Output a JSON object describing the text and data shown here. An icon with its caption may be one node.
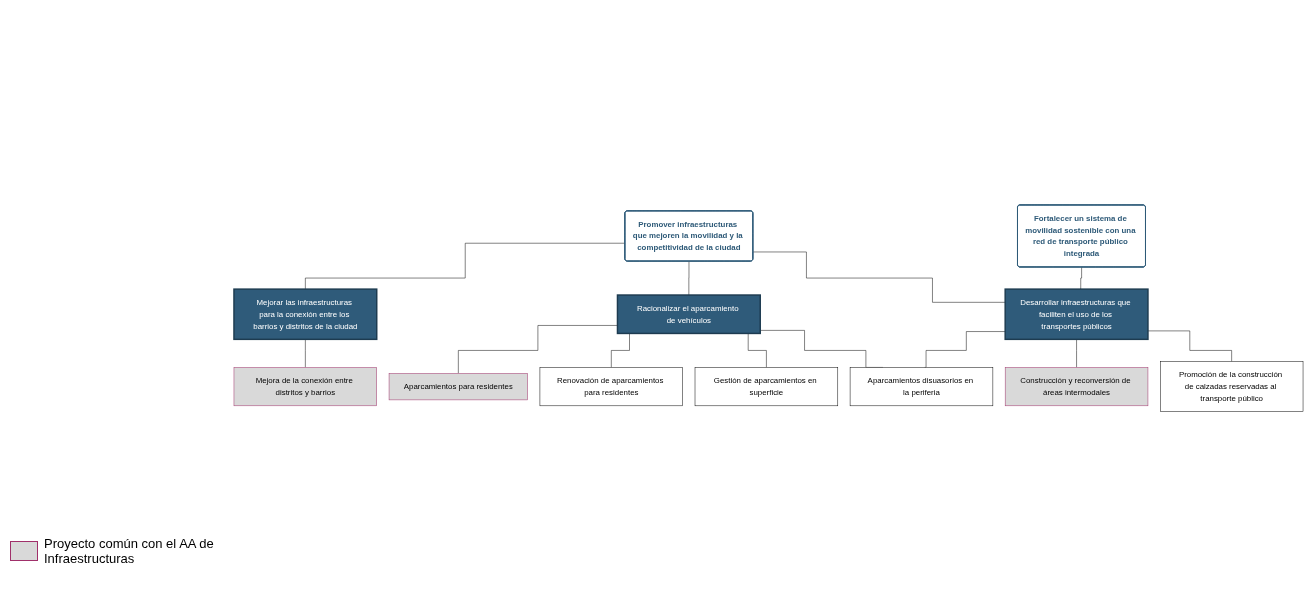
{
  "diagram": {
    "nodes": [
      {
        "text": [
          "Promover infraestructuras que mejoren la movilidad y la competitividad de la ciudad"
        ]
      },
      {
        "text": [
          "Fortalecer un sistema de movilidad sostenible con una red de transporte público integrada"
        ]
      },
      {
        "text": [
          "Mejorar las infraestructuras para la conexión entre los barrios y distritos de la ciudad"
        ]
      },
      {
        "text": [
          "Racionalizar el aparcamiento de vehículos"
        ]
      },
      {
        "text": [
          "Desarrollar infraestructuras que faciliten el uso de los transportes públicos"
        ]
      },
      {
        "text": [
          "Mejora de la conexión entre distritos y barrios"
        ]
      },
      {
        "text": [
          "Aparcamientos para residentes"
        ]
      },
      {
        "text": [
          "Renovación de aparcamientos para residentes"
        ]
      },
      {
        "text": [
          "Gestión de aparcamientos en superficie"
        ]
      },
      {
        "text": [
          "Aparcamientos disuasorios en la periferia"
        ]
      },
      {
        "text": [
          "Construcción y reconversión de áreas intermodales"
        ]
      },
      {
        "text": [
          "Promoción de la construcción de calzadas reservadas al transporte público"
        ]
      }
    ],
    "edges": [
      {
        "from": 0,
        "to": 2,
        "arrow": "none"
      },
      {
        "from": 0,
        "to": 3,
        "arrow": "none"
      },
      {
        "from": 0,
        "to": 4,
        "arrow": "none"
      },
      {
        "from": 1,
        "to": 4,
        "arrow": "none"
      },
      {
        "from": 2,
        "to": 5,
        "arrow": "none"
      },
      {
        "from": 3,
        "to": 6,
        "arrow": "none"
      },
      {
        "from": 3,
        "to": 7,
        "arrow": "none"
      },
      {
        "from": 3,
        "to": 8,
        "arrow": "none"
      },
      {
        "from": 3,
        "to": 9,
        "arrow": "none"
      },
      {
        "from": 4,
        "to": 9,
        "arrow": "none"
      },
      {
        "from": 4,
        "to": 10,
        "arrow": "none"
      },
      {
        "from": 4,
        "to": 11,
        "arrow": "none"
      }
    ],
    "legend": [
      {
        "text": "Proyecto común con el AA de Infraestructuras",
        "color": "#d9d9d9"
      }
    ]
  }
}
